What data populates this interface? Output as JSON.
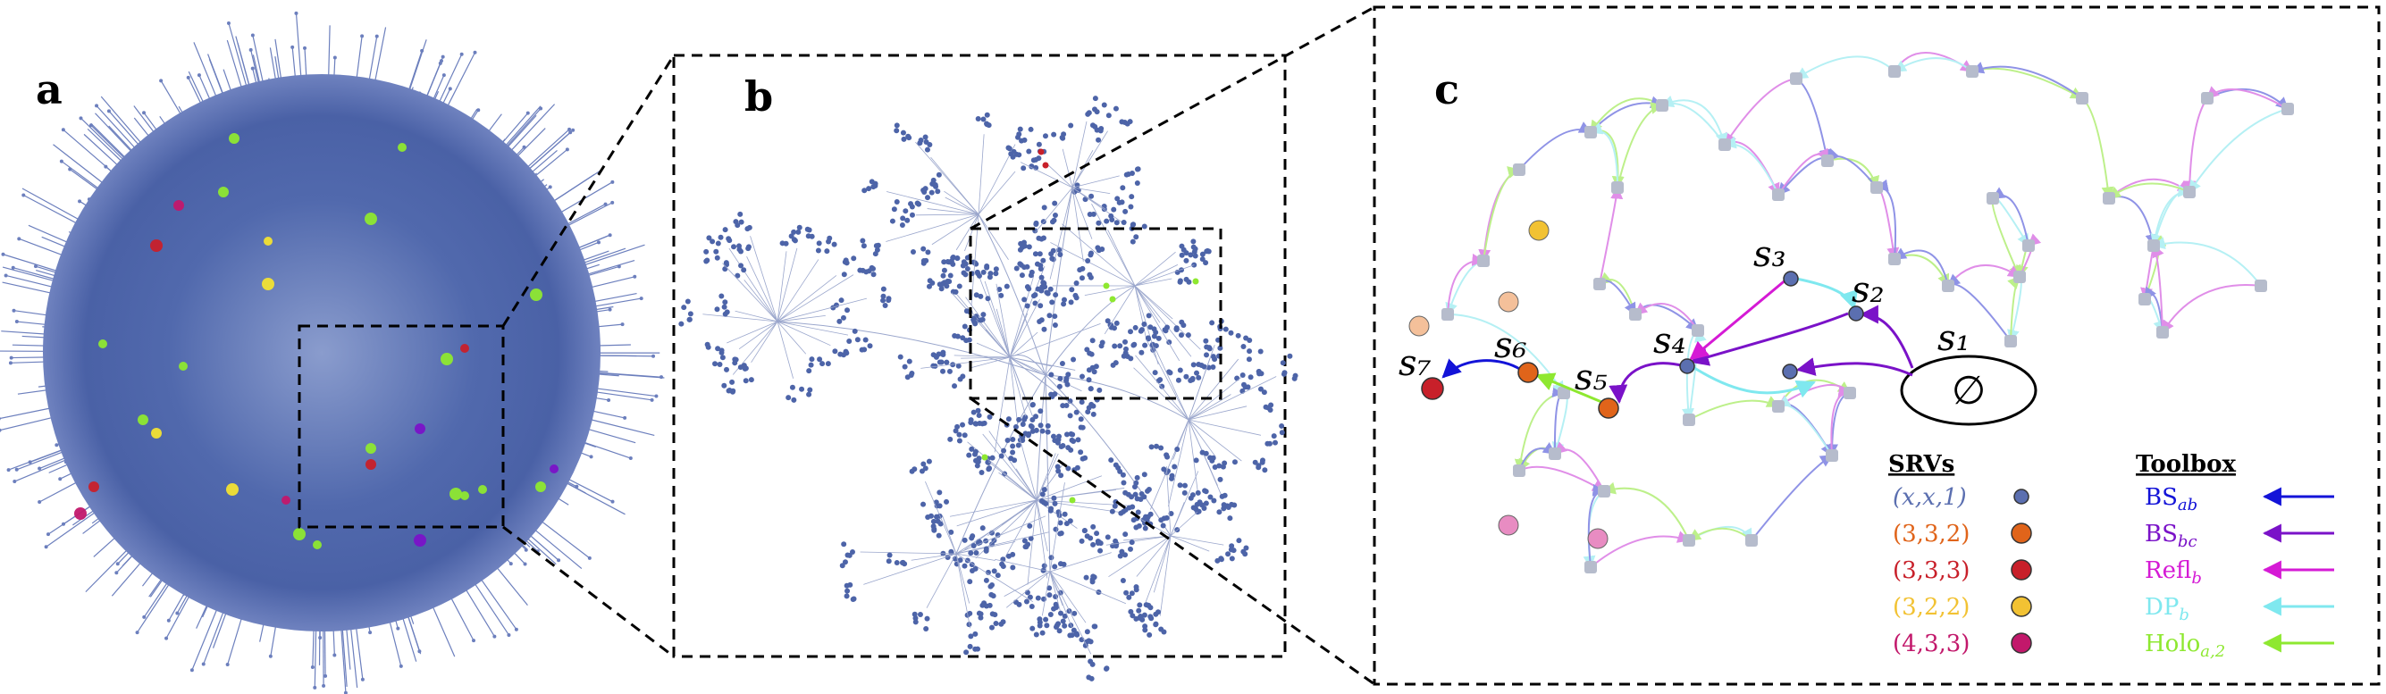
{
  "panels": {
    "a": {
      "letter": "a"
    },
    "b": {
      "letter": "b"
    },
    "c": {
      "letter": "c"
    }
  },
  "states": {
    "s1": "s₁",
    "s2": "s₂",
    "s3": "s₃",
    "s4": "s₄",
    "s5": "s₅",
    "s6": "s₆",
    "s7": "s₇"
  },
  "empty_set_symbol": "∅",
  "legend": {
    "srv_title": "SRVs",
    "srv_items": [
      {
        "label": "(x,x,1)",
        "color": "#5b6fb0"
      },
      {
        "label": "(3,3,2)",
        "color": "#e0641a"
      },
      {
        "label": "(3,3,3)",
        "color": "#c8202a"
      },
      {
        "label": "(3,2,2)",
        "color": "#f2c233"
      },
      {
        "label": "(4,3,3)",
        "color": "#c2186b"
      }
    ],
    "toolbox_title": "Toolbox",
    "toolbox_items": [
      {
        "base": "BS",
        "sub": "ab",
        "color": "#1313d8"
      },
      {
        "base": "BS",
        "sub": "bc",
        "color": "#7a12c8"
      },
      {
        "base": "Refl",
        "sub": "b",
        "color": "#d51ad5"
      },
      {
        "base": "DP",
        "sub": "b",
        "color": "#7fe8ef"
      },
      {
        "base": "Holo",
        "sub": "a,2",
        "color": "#8ee830"
      }
    ]
  },
  "colors": {
    "node_blue": "#5b6fb0",
    "node_grey": "#b6bccc",
    "cloud_blue": "#4d64a8"
  }
}
